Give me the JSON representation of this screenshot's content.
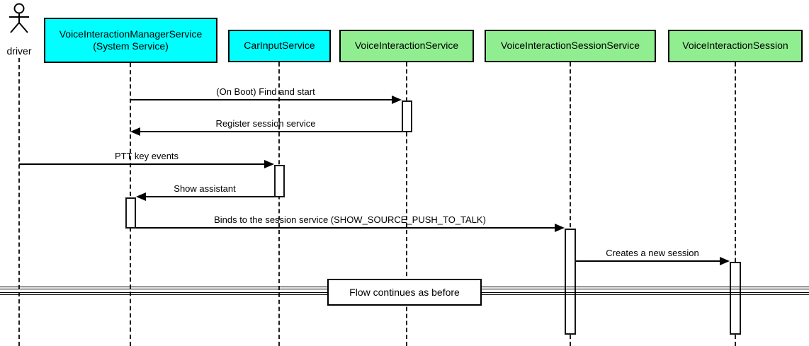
{
  "diagram": {
    "type": "uml-sequence-diagram",
    "actor": {
      "label": "driver"
    },
    "participants": [
      {
        "name": "VoiceInteractionManagerService",
        "subtitle": "(System Service)",
        "color": "#00FFFF"
      },
      {
        "name": "CarInputService",
        "subtitle": "",
        "color": "#00FFFF"
      },
      {
        "name": "VoiceInteractionService",
        "subtitle": "",
        "color": "#90EE90"
      },
      {
        "name": "VoiceInteractionSessionService",
        "subtitle": "",
        "color": "#90EE90"
      },
      {
        "name": "VoiceInteractionSession",
        "subtitle": "",
        "color": "#90EE90"
      }
    ],
    "messages": [
      {
        "label": "(On Boot) Find and start",
        "from": "VoiceInteractionManagerService",
        "to": "VoiceInteractionService",
        "direction": "right"
      },
      {
        "label": "Register session service",
        "from": "VoiceInteractionService",
        "to": "VoiceInteractionManagerService",
        "direction": "left"
      },
      {
        "label": "PTT key events",
        "from": "driver",
        "to": "CarInputService",
        "direction": "right"
      },
      {
        "label": "Show assistant",
        "from": "CarInputService",
        "to": "VoiceInteractionManagerService",
        "direction": "left"
      },
      {
        "label": "Binds to the session service (SHOW_SOURCE_PUSH_TO_TALK)",
        "from": "VoiceInteractionManagerService",
        "to": "VoiceInteractionSessionService",
        "direction": "right"
      },
      {
        "label": "Creates a new session",
        "from": "VoiceInteractionSessionService",
        "to": "VoiceInteractionSession",
        "direction": "right"
      }
    ],
    "divider": {
      "label": "Flow continues as before"
    },
    "icons": {
      "actor": "stick-figure"
    },
    "colors": {
      "participant_cyan": "#00FFFF",
      "participant_green": "#90EE90",
      "border": "#000000",
      "background": "#FFFFFF"
    }
  }
}
